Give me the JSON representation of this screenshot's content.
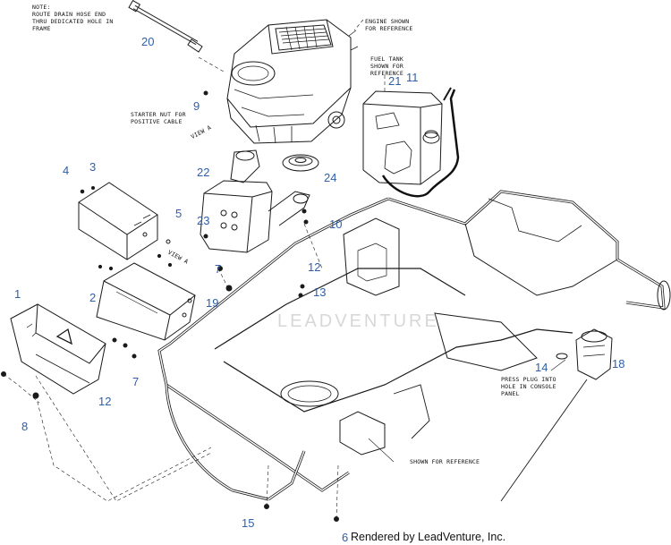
{
  "notes": {
    "note_route": "NOTE:\nROUTE DRAIN HOSE END\nTHRU DEDICATED HOLE IN\nFRAME",
    "engine_ref": "ENGINE SHOWN\nFOR REFERENCE",
    "fuel_tank_ref": "FUEL TANK\nSHOWN FOR\nREFERENCE",
    "starter_nut": "STARTER NUT FOR\nPOSITIVE CABLE",
    "view_a_top": "VIEW A",
    "view_a_side": "VIEW A",
    "press_plug": "PRESS PLUG INTO\nHOLE IN CONSOLE\nPANEL",
    "frame_ref": "SHOWN FOR REFERENCE"
  },
  "callouts": {
    "c20": "20",
    "c9": "9",
    "c21": "21",
    "c11": "11",
    "c4": "4",
    "c3": "3",
    "c22": "22",
    "c24": "24",
    "c5": "5",
    "c23": "23",
    "c10": "10",
    "c7a": "7",
    "c19": "19",
    "c12a": "12",
    "c13": "13",
    "c1": "1",
    "c2": "2",
    "c12b": "12",
    "c7b": "7",
    "c8": "8",
    "c14": "14",
    "c18": "18",
    "c15": "15",
    "c6": "6"
  },
  "watermark": "LEADVENTURE",
  "credit": "Rendered by LeadVenture, Inc.",
  "colors": {
    "callout": "#2e5fa8",
    "line": "#1a1a1a",
    "watermark": "#b8b8b8"
  }
}
